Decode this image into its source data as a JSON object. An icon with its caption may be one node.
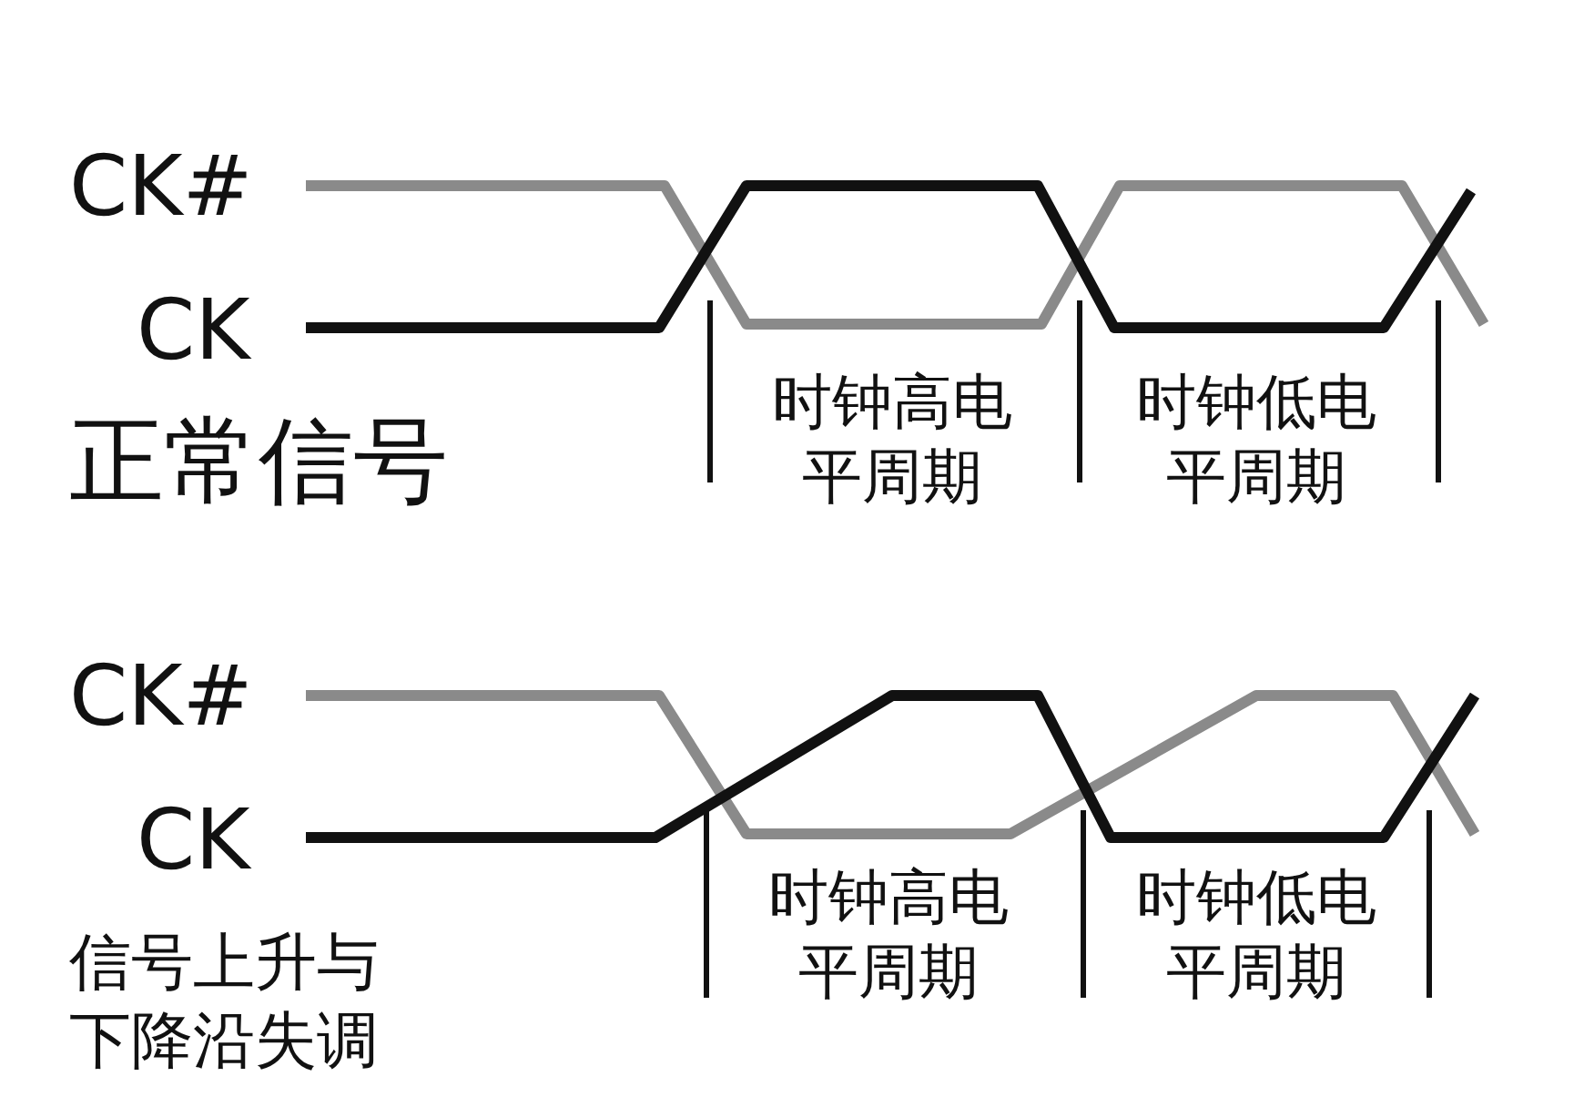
{
  "diagram": {
    "labels": [
      "CK#",
      "CK",
      "时钟高电平周期",
      "时钟低电平周期",
      "正常信号",
      "CK#",
      "CK",
      "时钟高电平周期",
      "时钟低电平周期",
      "信号上升与下降沿失调"
    ]
  }
}
